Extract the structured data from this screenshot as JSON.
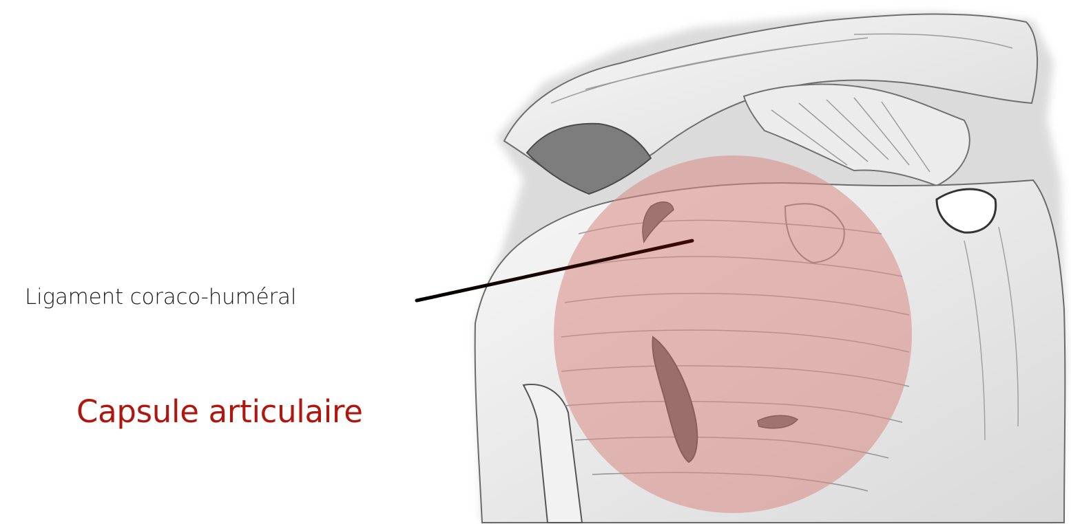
{
  "labels": {
    "ligament": "Ligament coraco-huméral",
    "capsule": "Capsule articulaire"
  },
  "colors": {
    "capsule_label": "#b0160e",
    "highlight_fill": "#d98a84",
    "leader_line": "#000000"
  },
  "illustration": {
    "subject": "shoulder-joint-anatomy",
    "style": "monochrome-sketch"
  }
}
